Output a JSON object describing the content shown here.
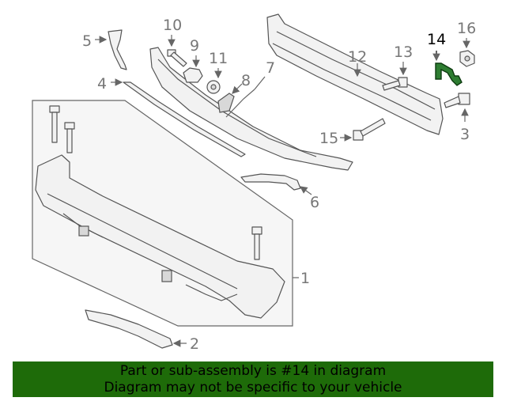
{
  "callouts": {
    "c1": "1",
    "c2": "2",
    "c3": "3",
    "c4": "4",
    "c5": "5",
    "c6": "6",
    "c7": "7",
    "c8": "8",
    "c9": "9",
    "c10": "10",
    "c11": "11",
    "c12": "12",
    "c13": "13",
    "c14": "14",
    "c15": "15",
    "c16": "16"
  },
  "highlighted_part": "14",
  "colors": {
    "banner": "#1e6b09",
    "highlight": "#2e7d32",
    "callout": "#777777"
  },
  "banner": {
    "line1": "Part or sub-assembly is #14 in diagram",
    "line2": "Diagram may not be specific to your vehicle"
  }
}
